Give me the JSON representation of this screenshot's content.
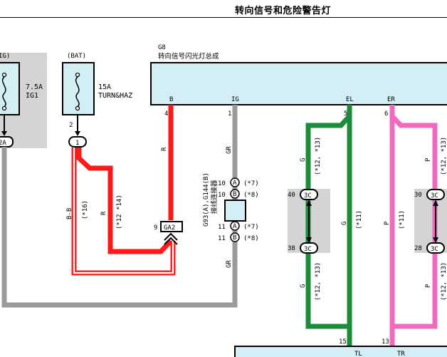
{
  "header": {
    "title": "转向信号和危险警告灯"
  },
  "fuse_ig": {
    "source": "IG)",
    "rating": "7.5A",
    "name": "IG1",
    "connector_tag": "2A"
  },
  "fuse_bat": {
    "source": "(BAT)",
    "rating": "15A",
    "name": "TURN&HAZ",
    "pin": "2",
    "connector_tag": "1"
  },
  "flasher": {
    "code": "G8",
    "name": "转向信号闪光灯总成",
    "terminals": [
      "B",
      "IG",
      "EL",
      "ER"
    ],
    "pins": [
      "4",
      "1",
      "5",
      "6"
    ]
  },
  "wires": {
    "b_color": "R",
    "ig_color": "GR",
    "ig_color_lower": "GR",
    "left_upper_color": "G",
    "left_upper_note": "(*12, *13)",
    "left_mid_color": "G",
    "left_mid_note": "(*11)",
    "left_lower_color": "G",
    "left_lower_note": "(*12, *13)",
    "right_upper_color": "P",
    "right_upper_note": "(*12, *13)",
    "right_mid_color": "P",
    "right_mid_note": "(*11)",
    "right_lower_color": "P",
    "right_lower_note": "(*12, *13)",
    "bb_color": "B-B",
    "bb_note": "(*16)",
    "red_color": "R",
    "red_note": "(*12 *14)"
  },
  "ga2": {
    "pin": "9",
    "tag": "GA2"
  },
  "junction": {
    "code": "G93(A),G144(B)",
    "name": "接线连接器",
    "pins": [
      "10",
      "10",
      "11",
      "11"
    ],
    "letters": [
      "A",
      "B",
      "A",
      "B"
    ],
    "notes": [
      "(*7)",
      "(*8)",
      "(*7)",
      "(*8)"
    ]
  },
  "connector_left": {
    "top_pin": "40",
    "top_tag": "3C",
    "bottom_pin": "38",
    "bottom_tag": "3C"
  },
  "connector_right": {
    "top_pin": "30",
    "top_tag": "3C",
    "bottom_pin": "28",
    "bottom_tag": "3C"
  },
  "bottom_component": {
    "pin_left": "15",
    "pin_right": "13",
    "terminal_left": "TL",
    "terminal_right": "TR"
  },
  "colors": {
    "red": "#ff1a1a",
    "green": "#1a8c3a",
    "pink": "#f06bbd",
    "gray": "#9a9a9a",
    "component_fill": "#d4eef5",
    "shade": "#d4d4d4"
  }
}
